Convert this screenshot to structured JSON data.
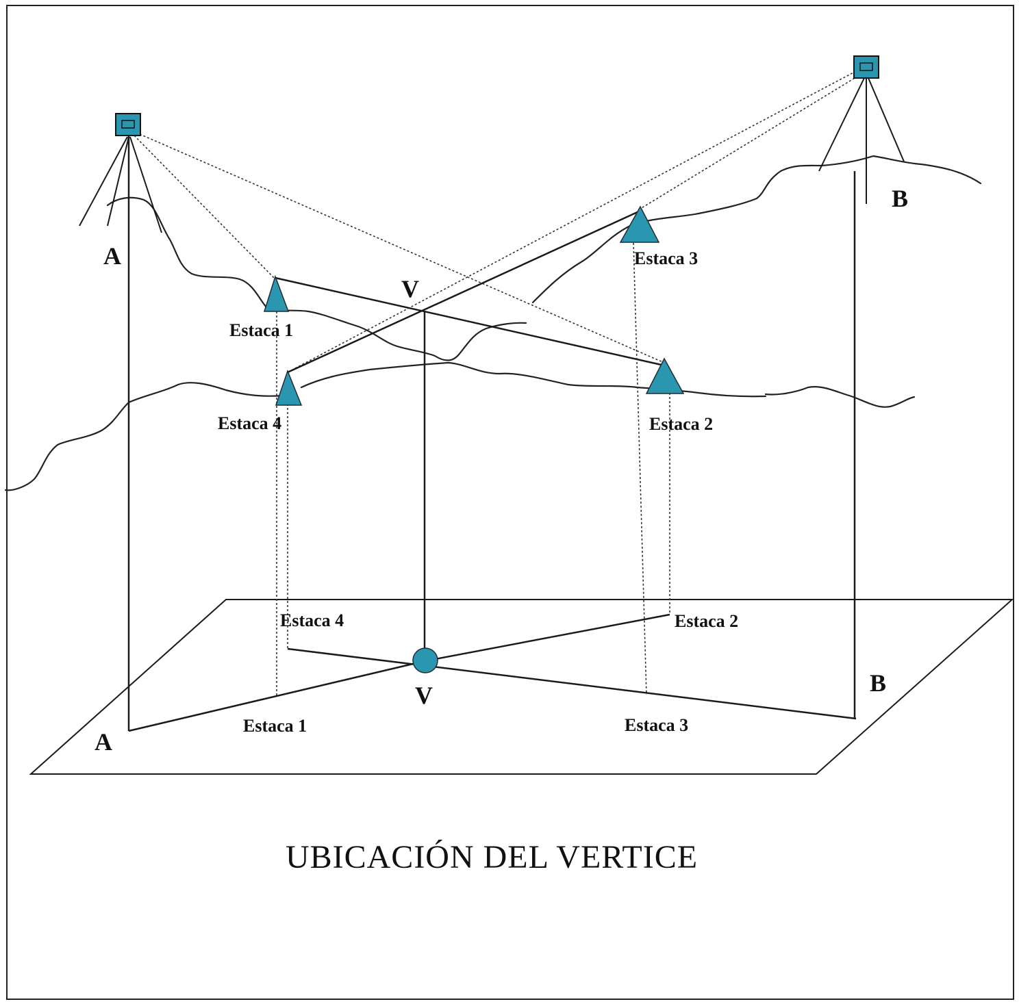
{
  "title": "UBICACIÓN DEL VERTICE",
  "colors": {
    "marker": "#2b96b0",
    "line": "#1a1a1a"
  },
  "labels": {
    "point_a_upper": "A",
    "point_b_upper": "B",
    "point_a_lower": "A",
    "point_b_lower": "B",
    "vertex_upper": "V",
    "vertex_lower": "V",
    "estaca1_upper": "Estaca 1",
    "estaca2_upper": "Estaca 2",
    "estaca3_upper": "Estaca 3",
    "estaca4_upper": "Estaca 4",
    "estaca1_lower": "Estaca 1",
    "estaca2_lower": "Estaca 2",
    "estaca3_lower": "Estaca 3",
    "estaca4_lower": "Estaca 4"
  },
  "icons": {
    "instrument": "theodolite-icon",
    "stake": "stake-triangle-icon",
    "vertex": "vertex-circle-icon"
  }
}
